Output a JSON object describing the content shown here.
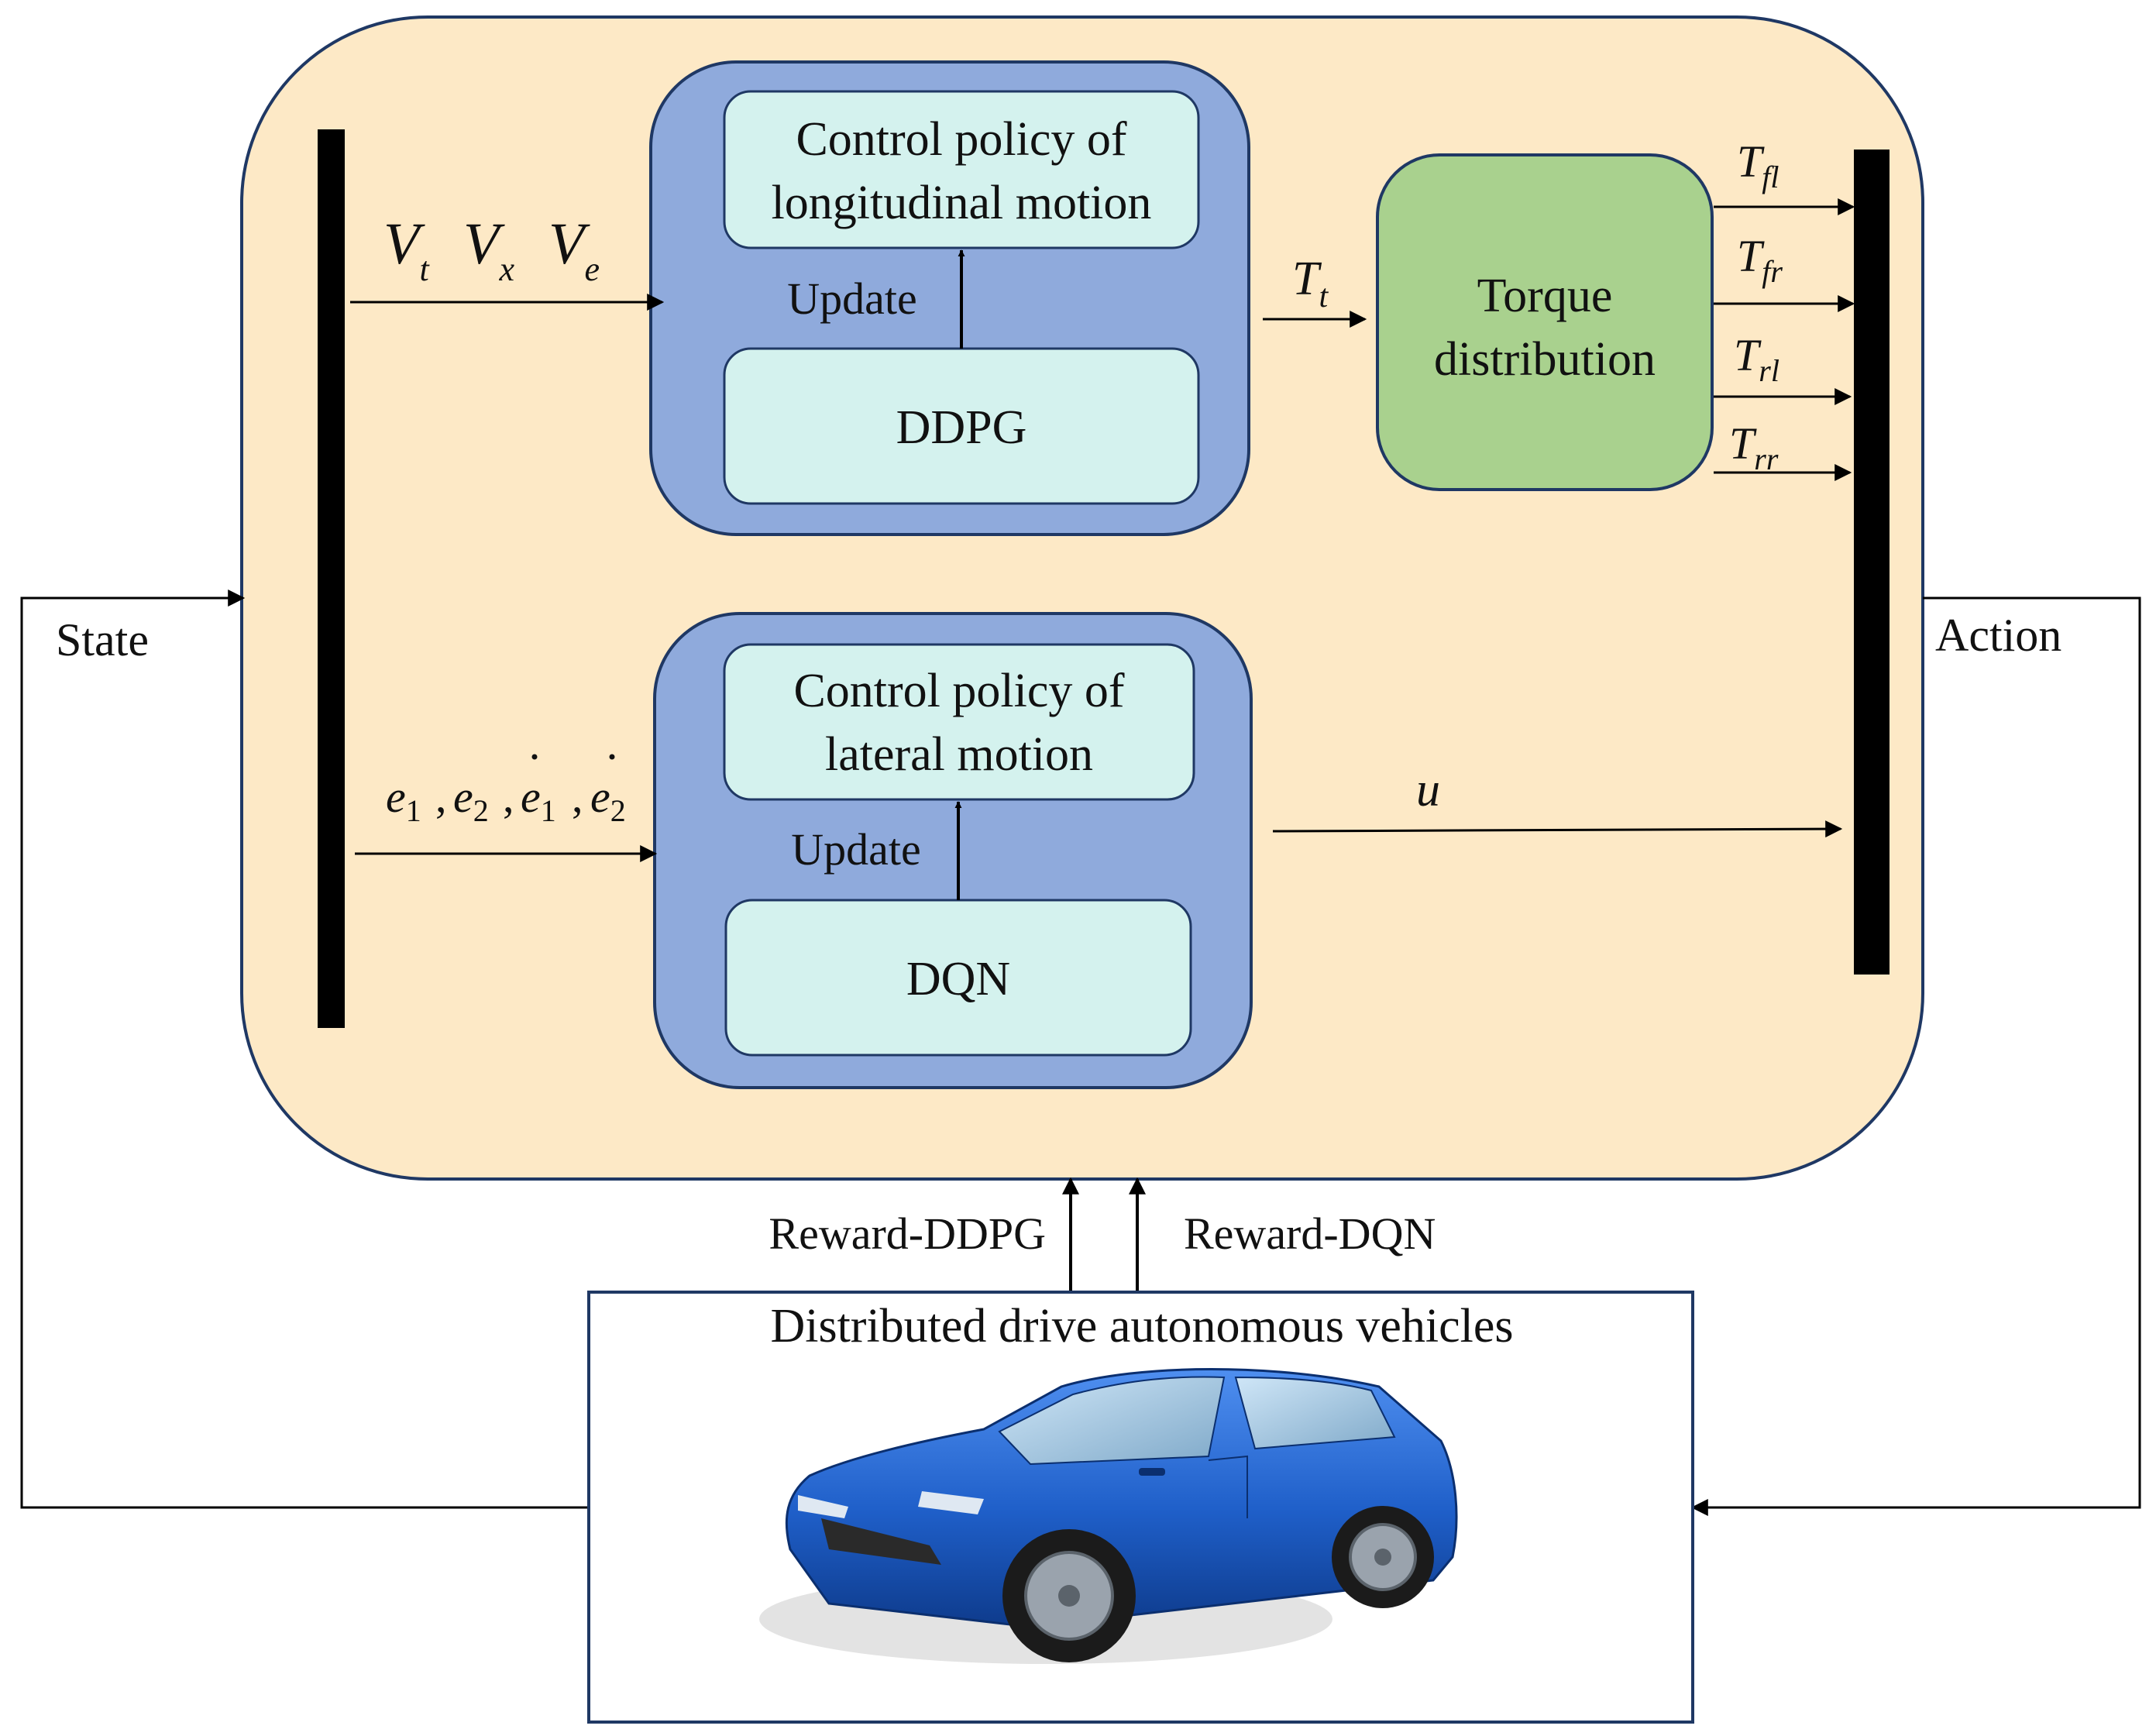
{
  "colors": {
    "outer_fill": "#fde9c6",
    "policy_block_fill": "#8faadc",
    "inner_box_fill": "#d4f2ee",
    "torque_fill": "#a9d18e",
    "bar": "#000000",
    "line": "#000000",
    "car_body": "#1f5fc9"
  },
  "labels": {
    "state": "State",
    "action": "Action",
    "reward_ddpg": "Reward-DDPG",
    "reward_dqn": "Reward-DQN",
    "vehicle_title": "Distributed drive autonomous vehicles"
  },
  "longitudinal": {
    "policy_line1": "Control policy of",
    "policy_line2": "longitudinal motion",
    "update": "Update",
    "algorithm": "DDPG",
    "inputs": [
      {
        "base": "V",
        "sub": "t"
      },
      {
        "base": "V",
        "sub": "x"
      },
      {
        "base": "V",
        "sub": "e"
      }
    ],
    "output": {
      "base": "T",
      "sub": "t"
    }
  },
  "torque": {
    "line1": "Torque",
    "line2": "distribution",
    "outputs": [
      {
        "base": "T",
        "sub": "fl"
      },
      {
        "base": "T",
        "sub": "fr"
      },
      {
        "base": "T",
        "sub": "rl"
      },
      {
        "base": "T",
        "sub": "rr"
      }
    ]
  },
  "lateral": {
    "policy_line1": "Control policy of",
    "policy_line2": "lateral motion",
    "update": "Update",
    "algorithm": "DQN",
    "inputs": [
      {
        "base": "e",
        "sub": "1",
        "dot": false
      },
      {
        "base": "e",
        "sub": "2",
        "dot": false
      },
      {
        "base": "e",
        "sub": "1",
        "dot": true
      },
      {
        "base": "e",
        "sub": "2",
        "dot": true
      }
    ],
    "input_separator": ",",
    "output": "u"
  },
  "icons": {
    "vehicle": "car-icon"
  }
}
